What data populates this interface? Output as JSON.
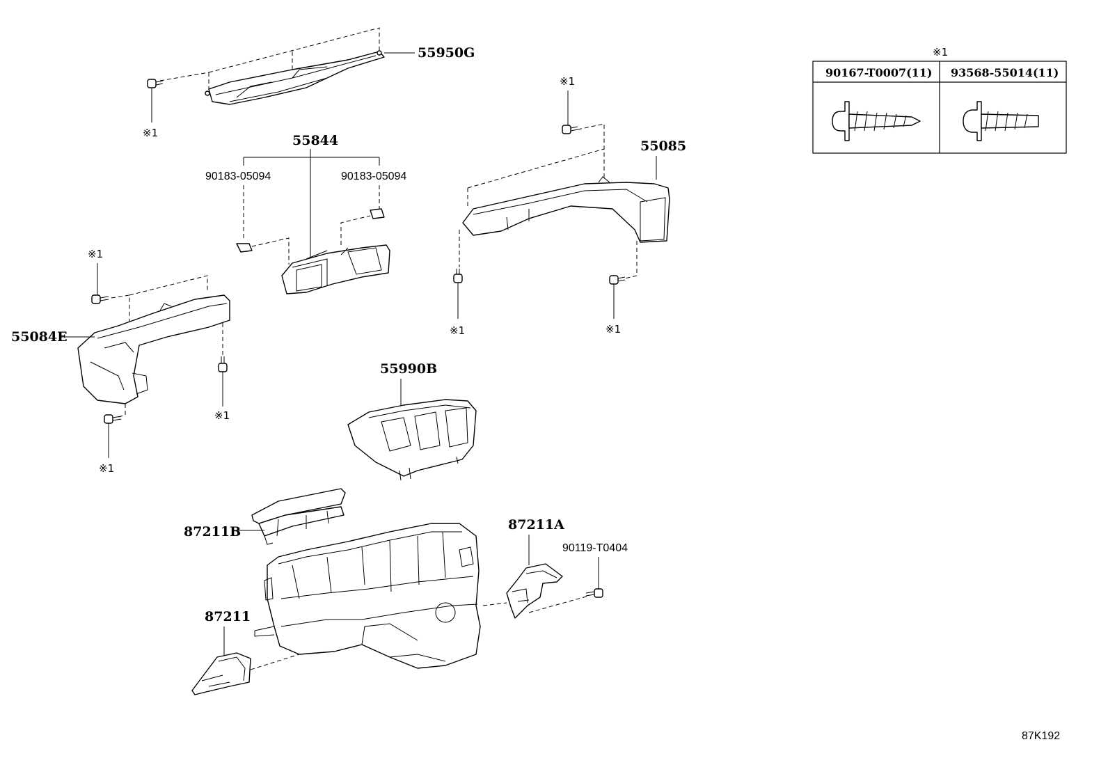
{
  "parts": {
    "p55950G": "55950G",
    "p55844": "55844",
    "p90183a": "90183-05094",
    "p90183b": "90183-05094",
    "p55085": "55085",
    "p55084E": "55084E",
    "p55990B": "55990B",
    "p87211B": "87211B",
    "p87211A": "87211A",
    "p90119": "90119-T0404",
    "p87211": "87211"
  },
  "note_mark": "※1",
  "fastener_table": {
    "mark": "※1",
    "col1": "90167-T0007(11)",
    "col2": "93568-55014(11)"
  },
  "diagram_code": "87K192"
}
